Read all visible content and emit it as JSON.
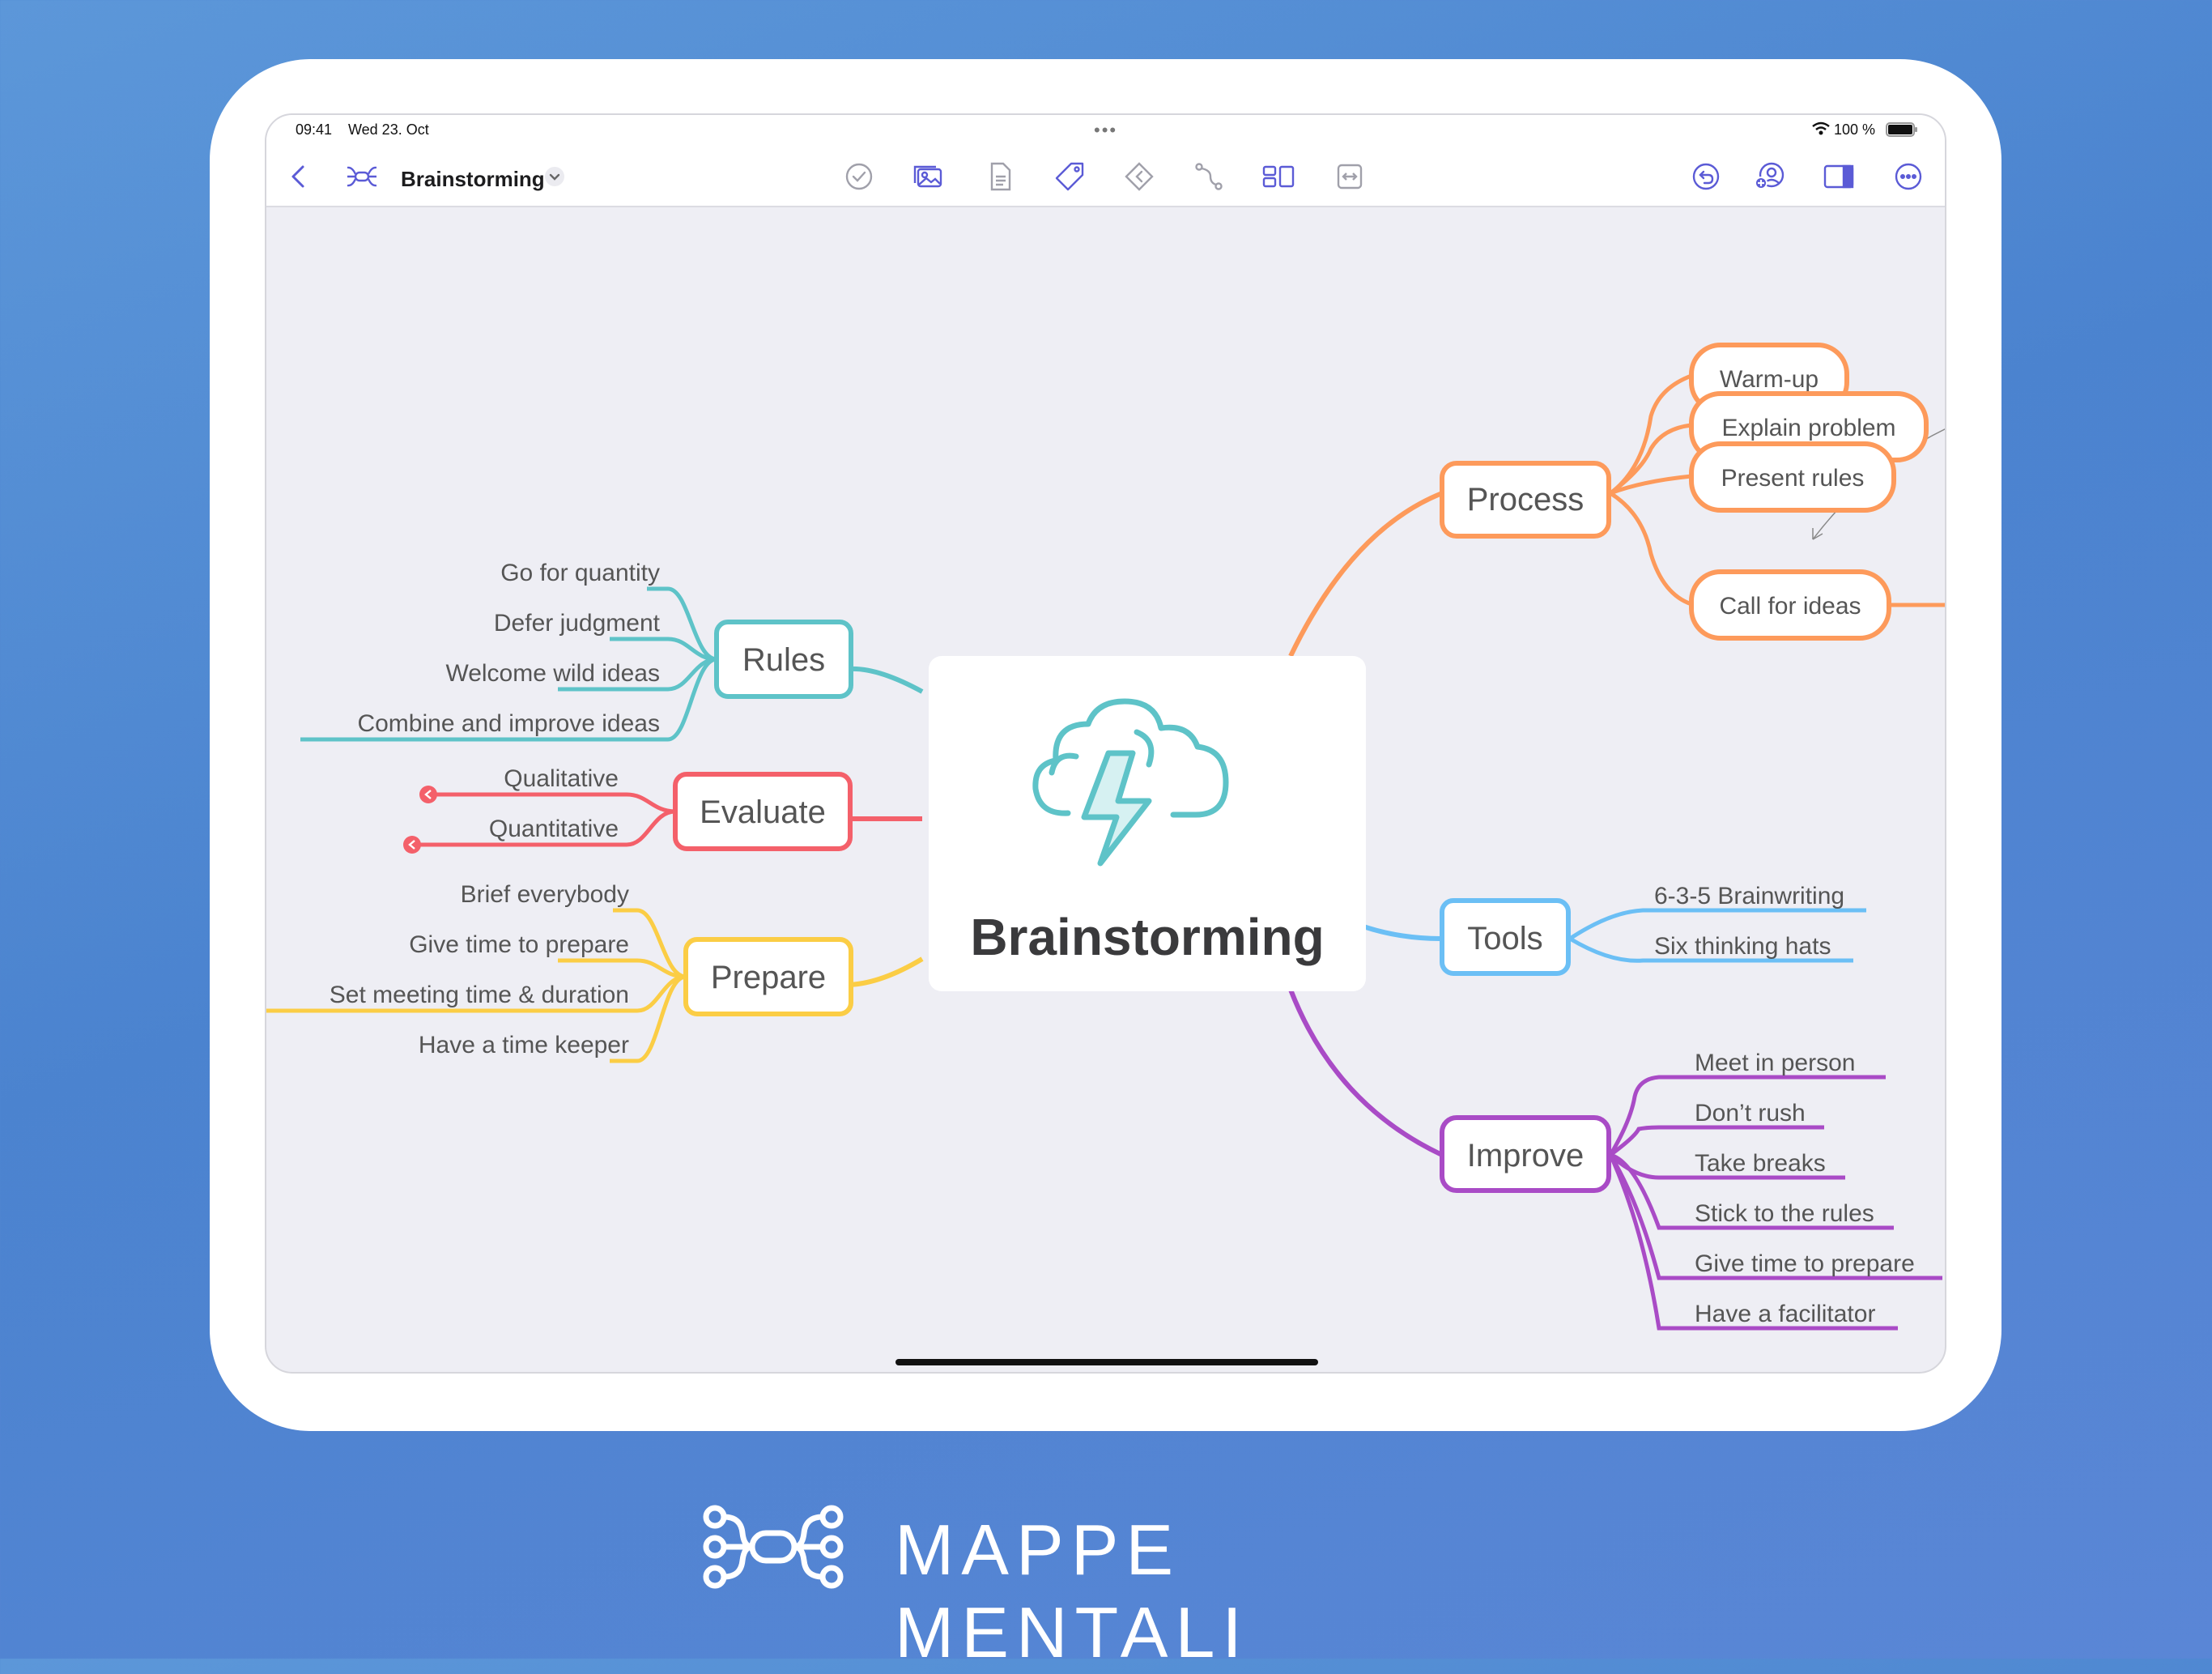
{
  "status": {
    "time": "09:41",
    "date": "Wed 23. Oct",
    "battery": "100 %"
  },
  "toolbar": {
    "title": "Brainstorming",
    "icons": [
      "back-icon",
      "mindmap-icon",
      "chevron-down-icon",
      "checkmark-icon",
      "image-icon",
      "note-icon",
      "tag-icon",
      "link-icon",
      "relation-icon",
      "layout-icon",
      "fit-icon",
      "undo-icon",
      "collaborate-icon",
      "sidebar-icon",
      "more-icon"
    ]
  },
  "mindmap": {
    "central": "Brainstorming",
    "branches": {
      "process": {
        "label": "Process",
        "color": "#fd9a5b",
        "children": [
          "Warm-up",
          "Explain problem",
          "Present rules",
          "Call for ideas"
        ]
      },
      "tools": {
        "label": "Tools",
        "color": "#6bbff5",
        "children": [
          "6-3-5 Brainwriting",
          "Six thinking hats"
        ]
      },
      "improve": {
        "label": "Improve",
        "color": "#a94bc6",
        "children": [
          "Meet in person",
          "Don’t rush",
          "Take breaks",
          "Stick to the rules",
          "Give time to prepare",
          "Have a facilitator"
        ]
      },
      "rules": {
        "label": "Rules",
        "color": "#5ec3c8",
        "children": [
          "Go for quantity",
          "Defer judgment",
          "Welcome wild ideas",
          "Combine and improve ideas"
        ]
      },
      "evaluate": {
        "label": "Evaluate",
        "color": "#f4606a",
        "children": [
          "Qualitative",
          "Quantitative"
        ]
      },
      "prepare": {
        "label": "Prepare",
        "color": "#fbcd45",
        "children": [
          "Brief everybody",
          "Give time to prepare",
          "Set meeting time & duration",
          "Have a time keeper"
        ]
      }
    }
  },
  "brand": {
    "name": "MAPPE MENTALI",
    "color": "#ffffff"
  }
}
